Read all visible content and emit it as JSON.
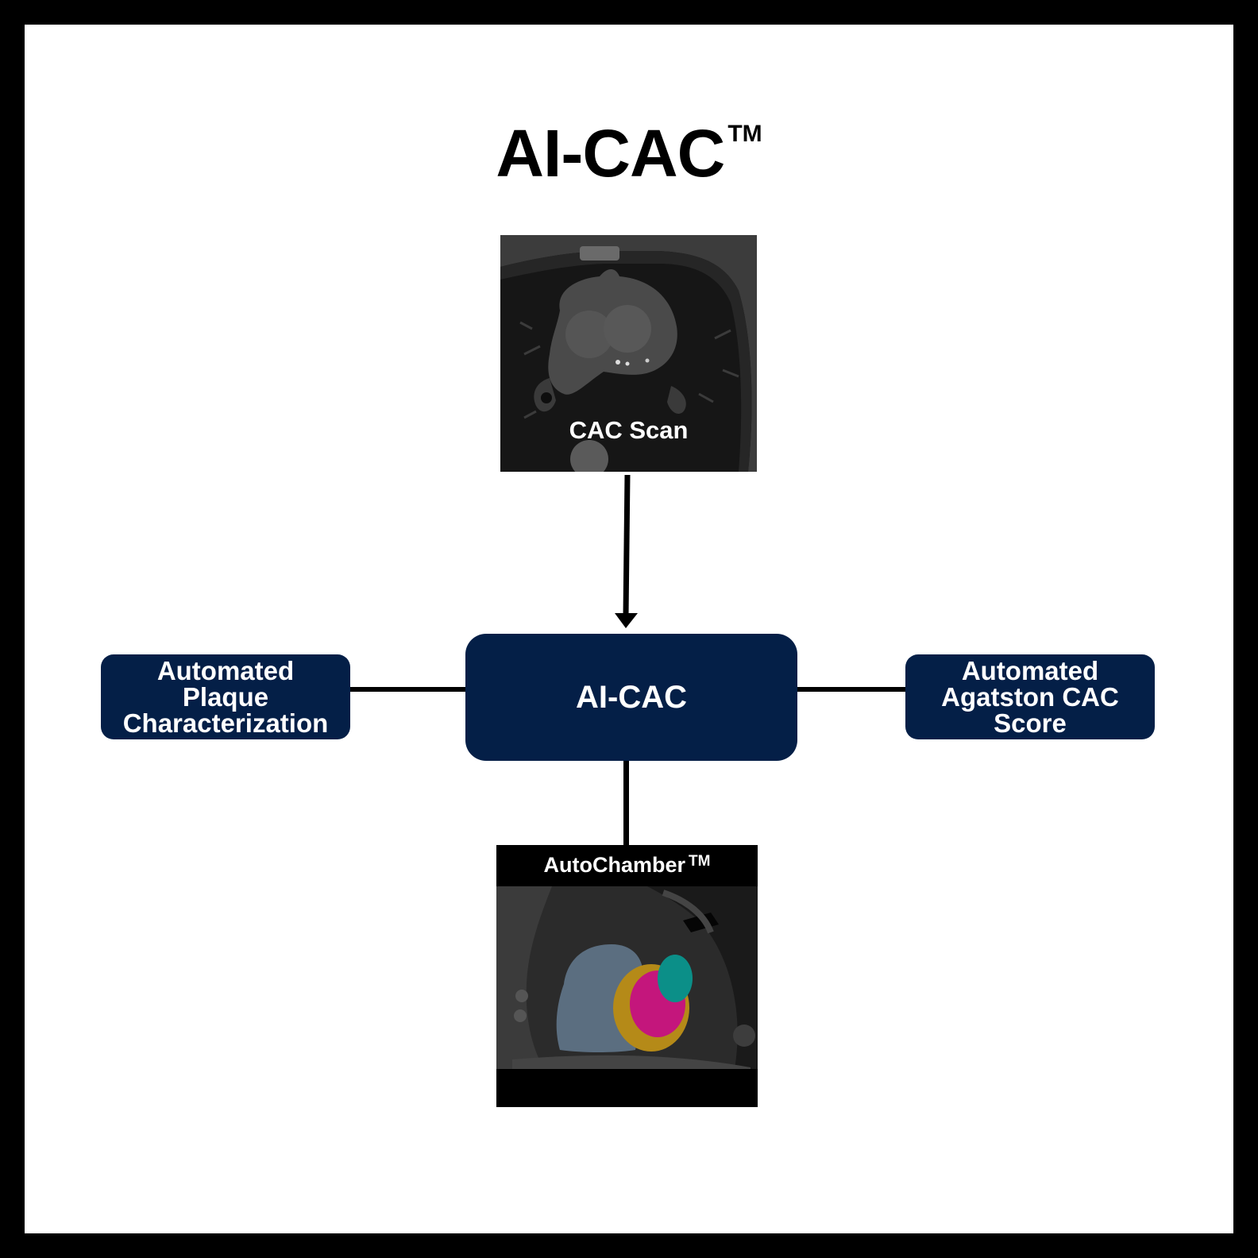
{
  "title": {
    "text": "AI-CAC",
    "trademark": "TM"
  },
  "scan_panel": {
    "label": "CAC Scan"
  },
  "center_box": {
    "label": "AI-CAC"
  },
  "left_box": {
    "lines": [
      "Automated",
      "Plaque",
      "Characterization"
    ]
  },
  "right_box": {
    "lines": [
      "Automated",
      "Agatston CAC",
      "Score"
    ]
  },
  "chamber_panel": {
    "label": "AutoChamber",
    "trademark": "TM"
  },
  "colors": {
    "frame": "#000000",
    "background": "#ffffff",
    "box_fill": "#041f47",
    "box_text": "#ffffff",
    "connector": "#000000",
    "chamber_segment_1": "#5b6e80",
    "chamber_segment_2": "#b58a18",
    "chamber_segment_3": "#c4167c",
    "chamber_segment_4": "#0b8f88"
  }
}
